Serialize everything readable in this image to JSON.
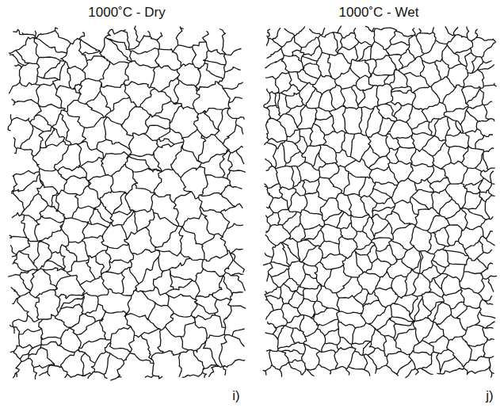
{
  "diagram": {
    "labels": [
      "1000˚C - Dry",
      "1000˚C - Wet",
      "i)",
      "j)"
    ]
  }
}
